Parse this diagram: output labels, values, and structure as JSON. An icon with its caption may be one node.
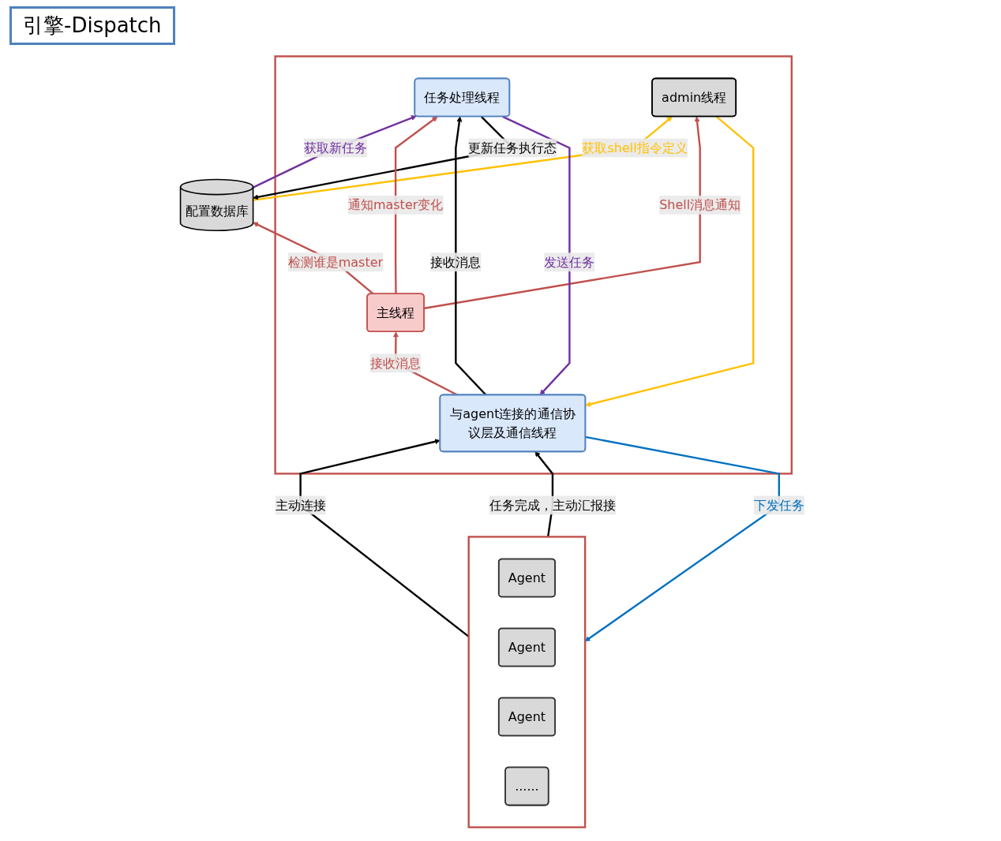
{
  "diagram": {
    "title": "引擎-Dispatch",
    "nodes": [
      {
        "text": [
          "配置数据库"
        ]
      },
      {
        "text": [],
        "shape": "box"
      },
      {
        "text": [
          "主线程"
        ],
        "in": 1
      },
      {
        "text": [
          "任务处理线程"
        ],
        "in": 1
      },
      {
        "text": [
          "admin线程"
        ],
        "in": 1
      },
      {
        "text": [
          "与agent连接的通信协议层及通信线程"
        ],
        "in": 1
      },
      {
        "text": [],
        "shape": "box"
      },
      {
        "text": [
          "Agent"
        ],
        "in": 6
      },
      {
        "text": [
          "Agent"
        ],
        "in": 6
      },
      {
        "text": [
          "Agent"
        ],
        "in": 6
      },
      {
        "text": [
          "......"
        ],
        "in": 6
      }
    ],
    "edges": [
      {
        "from": 2,
        "to": 0,
        "arrow": "to",
        "label": "检测谁是master"
      },
      {
        "from": 0,
        "to": 4,
        "arrow": "to",
        "label": "获取shell指令定义",
        "color": "#ffc000"
      },
      {
        "from": 0,
        "to": 3,
        "arrow": "to",
        "label": "获取新任务",
        "color": "#7030a0"
      },
      {
        "from": 3,
        "to": 0,
        "arrow": "to",
        "label": "更新任务执行态",
        "color": "#000000"
      },
      {
        "from": 2,
        "to": 3,
        "arrow": "to",
        "label": "通知master变化"
      },
      {
        "from": 2,
        "to": 4,
        "arrow": "to",
        "label": "Shell消息通知"
      },
      {
        "from": 4,
        "to": 5,
        "arrow": "to",
        "color": "#ffc000"
      },
      {
        "from": 5,
        "to": 2,
        "arrow": "to",
        "label": "接收消息"
      },
      {
        "from": 3,
        "to": 5,
        "arrow": "to",
        "label": "发送任务",
        "color": "#7030a0"
      },
      {
        "from": 5,
        "to": 3,
        "arrow": "to",
        "label": "接收消息",
        "color": "#000000"
      },
      {
        "from": 6,
        "to": 5,
        "arrow": "to",
        "label": "主动连接",
        "color": "#000000"
      },
      {
        "from": 5,
        "to": 6,
        "arrow": "to",
        "label": "下发任务",
        "color": "#0070c0"
      },
      {
        "from": 6,
        "to": 5,
        "arrow": "to",
        "label": "任务完成，主动汇报接",
        "color": "#000000"
      }
    ]
  }
}
